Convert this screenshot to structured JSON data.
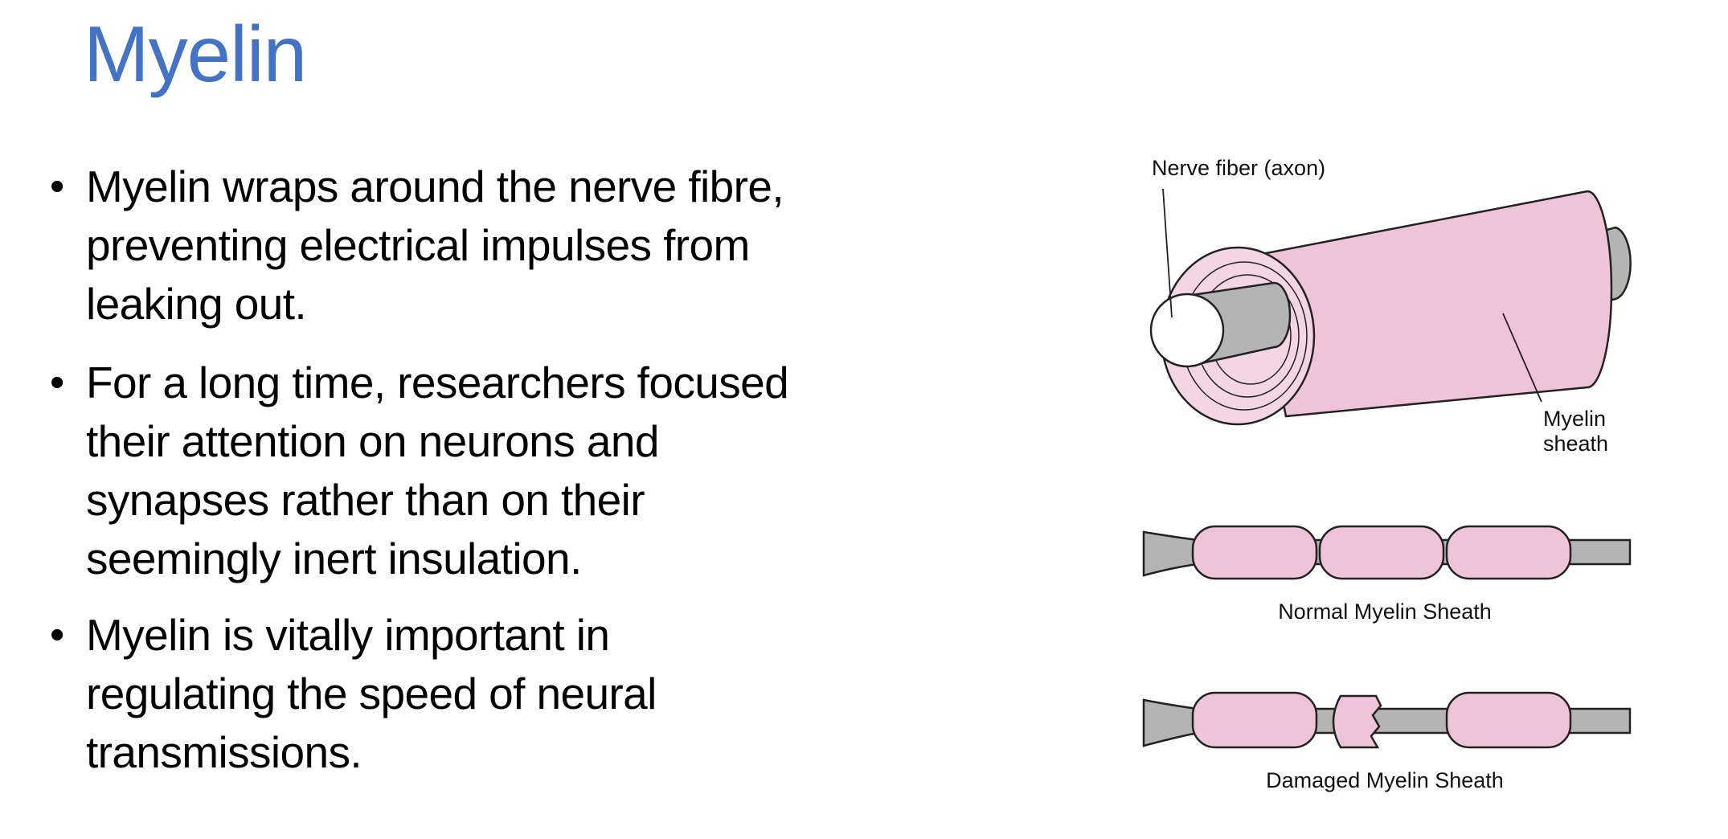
{
  "slide": {
    "title": "Myelin",
    "bullets": [
      {
        "lines": [
          "Myelin wraps around the nerve fibre,",
          "preventing electrical impulses from",
          "leaking out."
        ]
      },
      {
        "lines": [
          "For a long time, researchers focused",
          "their attention on neurons and",
          "synapses rather than on their",
          "seemingly inert insulation."
        ]
      },
      {
        "lines": [
          "Myelin is vitally important in",
          "regulating the speed of neural",
          "transmissions."
        ]
      }
    ]
  },
  "figure": {
    "label_axon": "Nerve fiber (axon)",
    "label_sheath_1": "Myelin",
    "label_sheath_2": "sheath",
    "caption_normal": "Normal Myelin Sheath",
    "caption_damaged": "Damaged Myelin Sheath"
  },
  "colors": {
    "title": "#4472C4",
    "myelin": "#EFC3D8",
    "axon": "#B4B4B4"
  }
}
